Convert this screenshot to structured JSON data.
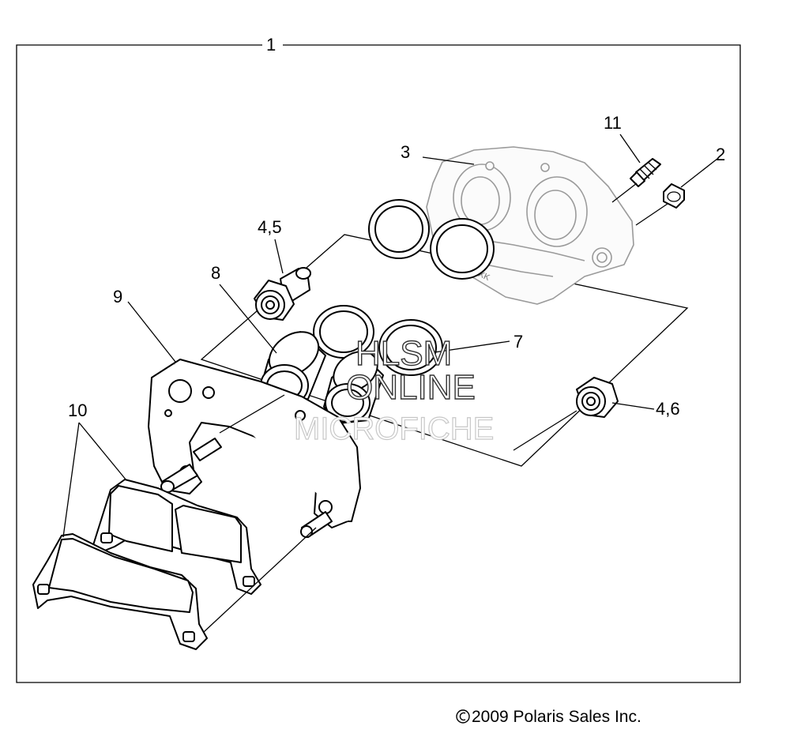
{
  "callouts": {
    "c1": "1",
    "c2": "2",
    "c3": "3",
    "c45": "4,5",
    "c46": "4,6",
    "c7": "7",
    "c8": "8",
    "c9": "9",
    "c10": "10",
    "c11": "11"
  },
  "watermark": {
    "line1": "HLSM",
    "line2": "ONLINE",
    "line3": "MICROFICHE"
  },
  "footer": {
    "copyright": "2009 Polaris Sales Inc."
  },
  "caliper_marking": "KXK"
}
